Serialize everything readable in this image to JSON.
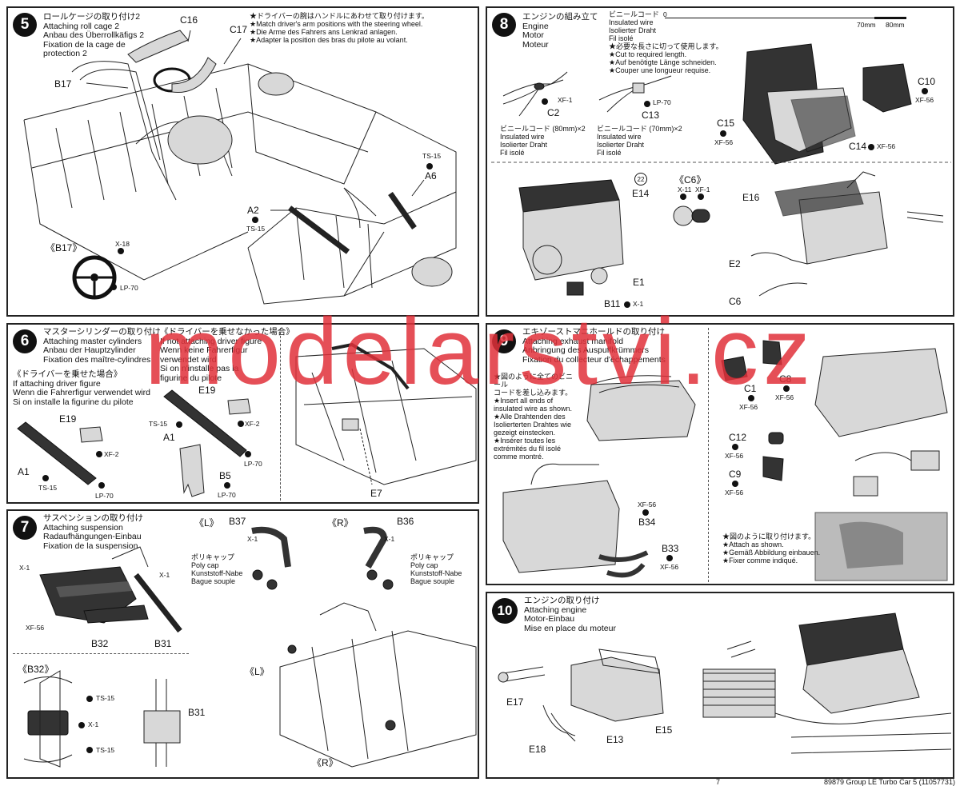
{
  "steps": {
    "s5": {
      "num": "5",
      "titles": [
        "ロールケージの取り付け2",
        "Attaching roll cage 2",
        "Anbau des Überrollkäfigs 2",
        "Fixation de la cage de",
        "protection 2"
      ],
      "notes": [
        "★ドライバーの腕はハンドルにあわせて取り付けます。",
        "★Match driver's arm positions with the steering wheel.",
        "★Die Arme des Fahrers ans Lenkrad anlagen.",
        "★Adapter la position des bras du pilote au volant."
      ],
      "labels": {
        "c16": "C16",
        "c17": "C17",
        "b17": "B17",
        "a6": "A6",
        "ts15a": "TS-15",
        "a2": "A2",
        "ts15b": "TS-15",
        "b17detail": "《B17》",
        "x18": "X-18",
        "lp70": "LP-70"
      }
    },
    "s6": {
      "num": "6",
      "titles": [
        "マスターシリンダーの取り付け",
        "Attaching master cylinders",
        "Anbau der Hauptzylinder",
        "Fixation des maître-cylindres"
      ],
      "titles2": [
        "《ドライバーを乗せなかった場合》",
        "If not attaching driver figure",
        "Wenn keine Fahrerfigur",
        "verwendet wird",
        "Si on n'installe pas la",
        "figurine du pilote"
      ],
      "titles3": [
        "《ドライバーを乗せた場合》",
        "If attaching driver figure",
        "Wenn die Fahrerfigur verwendet wird",
        "Si on installe la figurine du pilote"
      ],
      "labels": {
        "e19a": "E19",
        "xf2a": "XF-2",
        "a1a": "A1",
        "ts15a": "TS-15",
        "lp70a": "LP-70",
        "e19b": "E19",
        "ts15b": "TS-15",
        "a1b": "A1",
        "xf2b": "XF-2",
        "lp70b": "LP-70",
        "b5": "B5",
        "tp10": "LP-70",
        "e7": "E7"
      }
    },
    "s7": {
      "num": "7",
      "titles": [
        "サスペンションの取り付け",
        "Attaching suspension",
        "Radaufhängungen-Einbau",
        "Fixation de la suspension"
      ],
      "labels": {
        "l": "《L》",
        "r": "《R》",
        "b37": "B37",
        "b36": "B36",
        "x1a": "X-1",
        "x1b": "X-1",
        "x1c": "X-1",
        "x1d": "X-1",
        "xf56": "XF-56",
        "b32": "B32",
        "b31": "B31",
        "b32detail": "《B32》",
        "ts15a": "TS-15",
        "x1e": "X-1",
        "ts15b": "TS-15",
        "b31b": "B31",
        "ll": "《L》",
        "rr": "《R》"
      },
      "polycap": [
        "ポリキャップ",
        "Poly cap",
        "Kunststoff-Nabe",
        "Bague souple"
      ]
    },
    "s8": {
      "num": "8",
      "titles": [
        "エンジンの組み立て",
        "Engine",
        "Motor",
        "Moteur"
      ],
      "wire": [
        "ビニールコード",
        "Insulated wire",
        "Isolierter Draht",
        "Fil isolé",
        "★必要な長さに切って使用します。",
        "★Cut to required length.",
        "★Auf benötigte Länge schneiden.",
        "★Couper une longueur requise."
      ],
      "scale": {
        "zero": "0",
        "m70": "70mm",
        "m80": "80mm"
      },
      "wire80": [
        "ビニールコード (80mm)×2",
        "Insulated wire",
        "Isolierter Draht",
        "Fil isolé"
      ],
      "wire70": [
        "ビニールコード (70mm)×2",
        "Insulated wire",
        "Isolierter Draht",
        "Fil isolé"
      ],
      "labels": {
        "xf1a": "XF-1",
        "c2": "C2",
        "lp70": "LP-70",
        "c13": "C13",
        "c10": "C10",
        "xf56a": "XF-56",
        "c15": "C15",
        "xf56b": "XF-56",
        "c14": "C14",
        "xf56c": "XF-56",
        "e14": "E14",
        "n22": "22",
        "c6detail": "《C6》",
        "x11": "X-11",
        "xf1b": "XF-1",
        "e16": "E16",
        "e2": "E2",
        "c6": "C6",
        "e1": "E1",
        "b11": "B11",
        "x1": "X-1"
      }
    },
    "s9": {
      "num": "9",
      "titles": [
        "エキゾーストマニホールドの取り付け",
        "Attaching exhaust manifold",
        "Anbringung des Auspuffkrümmers",
        "Fixation du collecteur d'échappements"
      ],
      "insert": [
        "★図のように全てのビニール",
        "コードを差し込みます。",
        "★Insert all ends of",
        "insulated wire as shown.",
        "★Alle Drahtenden des",
        "Isolierterten Drahtes wie",
        "gezeigt einstecken.",
        "★Insérer toutes les",
        "extrémités du fil isolé",
        "comme montré."
      ],
      "attach": [
        "★図のように取り付けます。",
        "★Attach as shown.",
        "★Gemäß Abbildung einbauen.",
        "★Fixer comme indiqué."
      ],
      "labels": {
        "c1": "C1",
        "xf56a": "XF-56",
        "c8": "C8",
        "xf56b": "XF-56",
        "c12": "C12",
        "xf56c": "XF-56",
        "c9": "C9",
        "xf56d": "XF-56",
        "xf56e": "XF-56",
        "b34": "B34",
        "b33": "B33",
        "xf56f": "XF-56"
      }
    },
    "s10": {
      "num": "10",
      "titles": [
        "エンジンの取り付け",
        "Attaching engine",
        "Motor-Einbau",
        "Mise en place du moteur"
      ],
      "labels": {
        "e17": "E17",
        "e18": "E18",
        "e13": "E13",
        "e15": "E15"
      }
    }
  },
  "watermark": "modelarstvi.cz",
  "footer": {
    "page": "7",
    "code": "89879 Group LE Turbo Car 5 (11057731)"
  },
  "colors": {
    "watermark": "#e0303a",
    "ink": "#111111",
    "paper": "#ffffff"
  }
}
